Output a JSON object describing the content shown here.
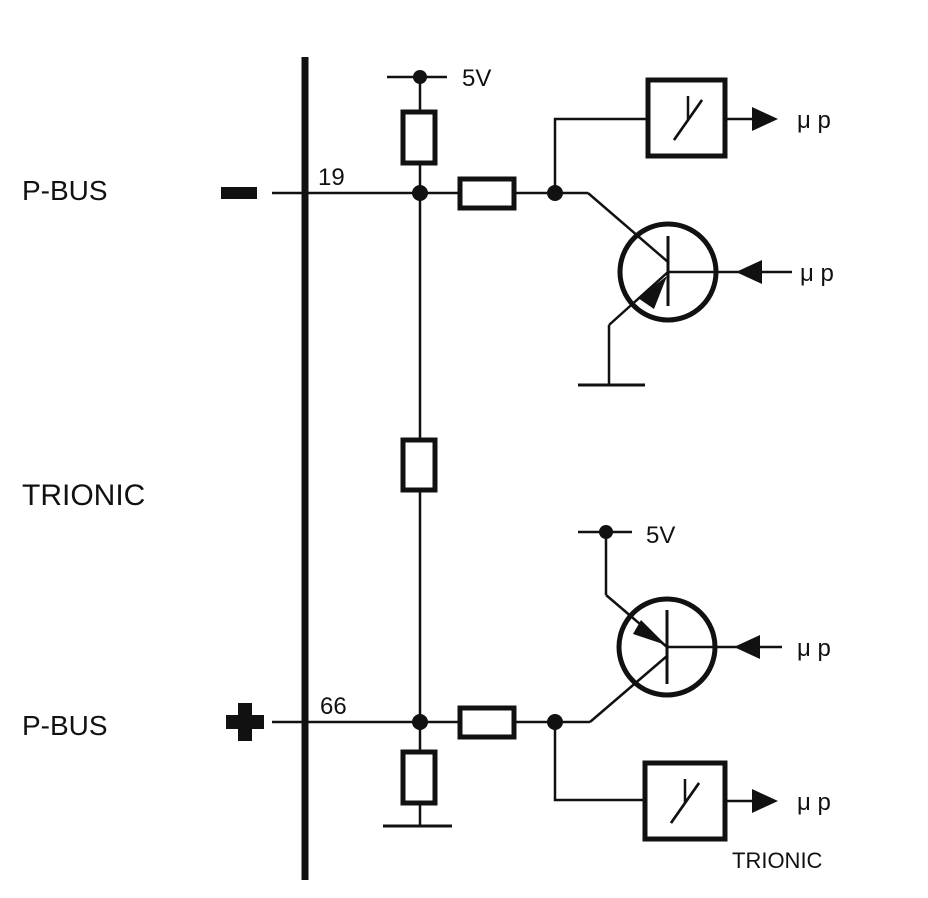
{
  "labels": {
    "bus_left_top": "P-BUS",
    "bus_left_bottom": "P-BUS",
    "ecu_name": "TRIONIC",
    "ecu_name_bottom_right": "TRIONIC",
    "pin_top": "19",
    "pin_bottom": "66",
    "supply_top": "5V",
    "supply_bottom": "5V",
    "mp_out_top": "μ p",
    "mp_in_top": "μ p",
    "mp_in_bottom": "μ p",
    "mp_out_bottom": "μ p"
  },
  "symbols": {
    "minus_sign": "minus",
    "plus_sign": "plus"
  }
}
